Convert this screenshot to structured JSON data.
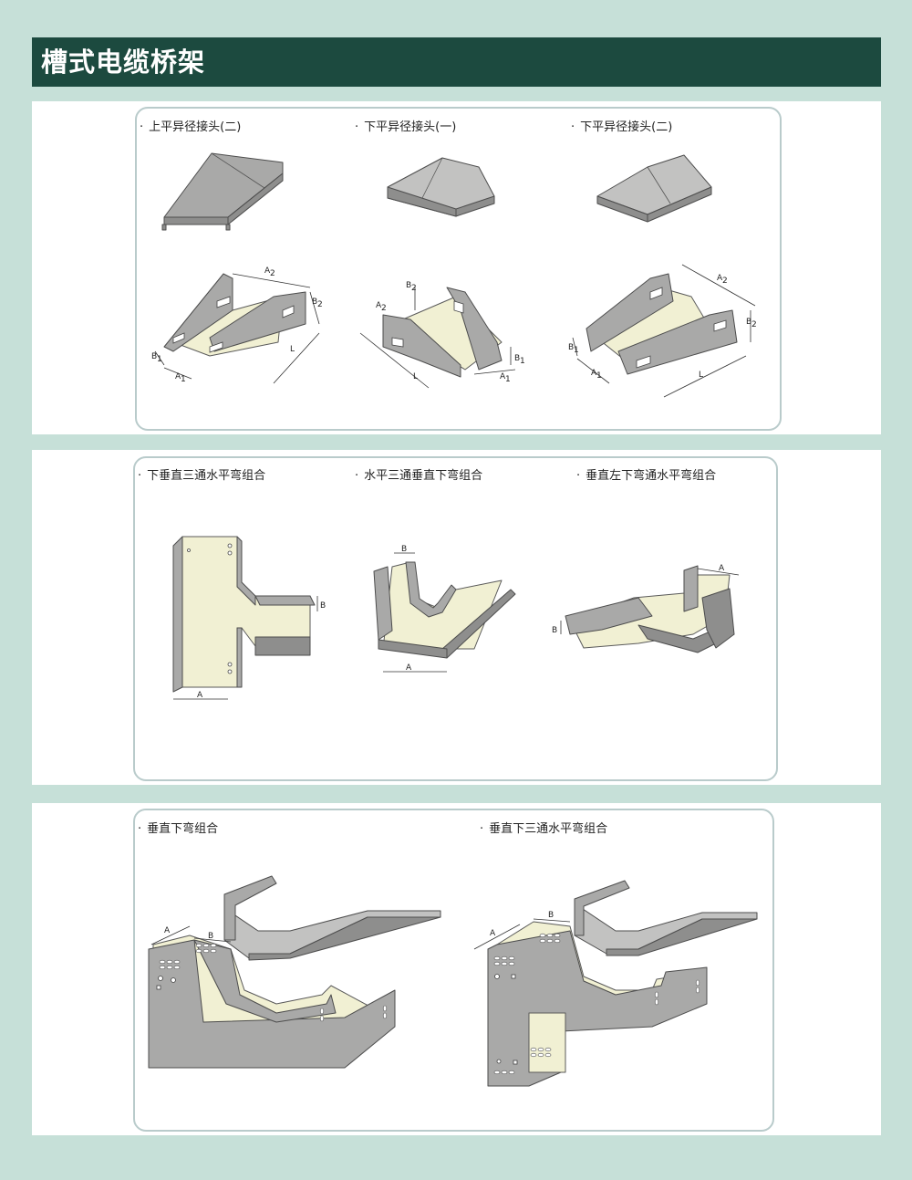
{
  "title": "槽式电缆桥架",
  "sections": [
    {
      "items": [
        {
          "caption": "上平异径接头(二)"
        },
        {
          "caption": "下平异径接头(一)"
        },
        {
          "caption": "下平异径接头(二)"
        }
      ]
    },
    {
      "items": [
        {
          "caption": "下垂直三通水平弯组合"
        },
        {
          "caption": "水平三通垂直下弯组合"
        },
        {
          "caption": "垂直左下弯通水平弯组合"
        }
      ]
    },
    {
      "items": [
        {
          "caption": "垂直下弯组合"
        },
        {
          "caption": "垂直下三通水平弯组合"
        }
      ]
    }
  ],
  "dimension_labels": {
    "A": "A",
    "B": "B",
    "L": "L",
    "A1": "A₁",
    "A2": "A₂",
    "B1": "B₁",
    "B2": "B₂"
  },
  "colors": {
    "header_bg": "#1c4a3f",
    "page_bg": "#c6e0d8",
    "card_border": "#b9cbcb",
    "metal": "#a9a9a8",
    "inner": "#f1f0d3"
  }
}
